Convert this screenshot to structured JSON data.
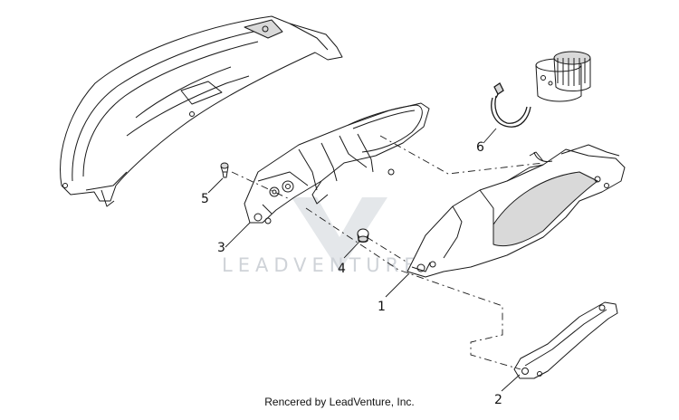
{
  "diagram": {
    "callouts": [
      {
        "id": "1",
        "label": "1"
      },
      {
        "id": "2",
        "label": "2"
      },
      {
        "id": "3",
        "label": "3"
      },
      {
        "id": "4",
        "label": "4"
      },
      {
        "id": "5",
        "label": "5"
      },
      {
        "id": "6",
        "label": "6"
      }
    ],
    "watermark": "LEADVENTURE",
    "credit": "Rencered by LeadVenture, Inc."
  },
  "colors": {
    "line": "#1a1a1a",
    "shade": "#d9d9d9",
    "watermark": "#cfd3d8"
  }
}
